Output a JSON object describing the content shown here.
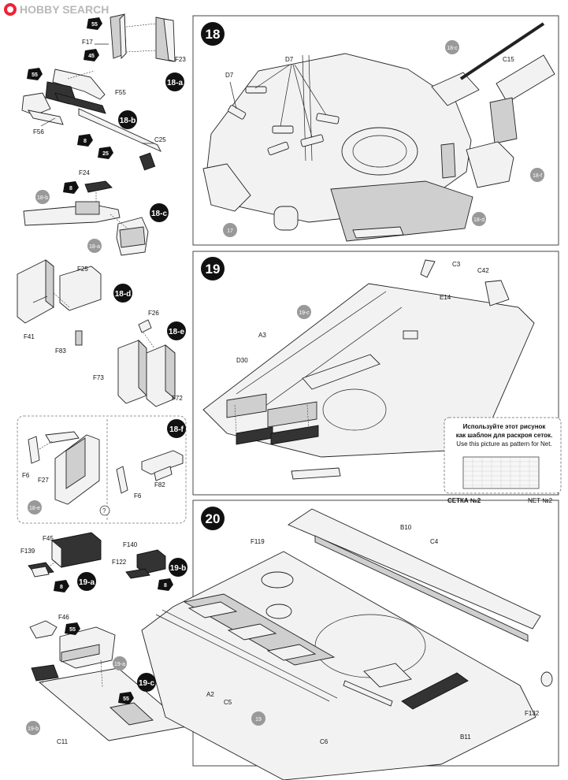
{
  "watermark": {
    "brand": "HOBBY SEARCH"
  },
  "steps": [
    {
      "number": "18"
    },
    {
      "number": "19"
    },
    {
      "number": "20"
    }
  ],
  "subassemblies": {
    "a18": "18-a",
    "b18": "18-b",
    "c18": "18-c",
    "d18": "18-d",
    "e18": "18-e",
    "f18": "18-f",
    "a19": "19-a",
    "b19": "19-b",
    "c19": "19-c"
  },
  "paint_codes": {
    "p55": "55",
    "p45": "45",
    "p8": "8",
    "p25": "25"
  },
  "parts": {
    "F17": "F17",
    "F23": "F23",
    "F55": "F55",
    "F56": "F56",
    "C25": "C25",
    "F24": "F24",
    "F25": "F25",
    "F41": "F41",
    "F83": "F83",
    "F26": "F26",
    "F73": "F73",
    "F72": "F72",
    "F6": "F6",
    "F27": "F27",
    "F82": "F82",
    "F45": "F45",
    "F139": "F139",
    "F140": "F140",
    "F122": "F122",
    "F46": "F46",
    "C11": "C11",
    "D7": "D7",
    "C15": "C15",
    "C3": "C3",
    "C42": "C42",
    "E14": "E14",
    "A3": "A3",
    "D30": "D30",
    "F119": "F119",
    "B10": "B10",
    "C4": "C4",
    "A2": "A2",
    "C5": "C5",
    "C6": "C6",
    "B11": "B11",
    "F132": "F132"
  },
  "net_note": {
    "ru_line1": "Используйте этот рисунок",
    "ru_line2": "как шаблон для раскроя сеток.",
    "en": "Use this picture as pattern for Net.",
    "ru_label": "СЕТКА №2",
    "en_label": "NET №2"
  }
}
